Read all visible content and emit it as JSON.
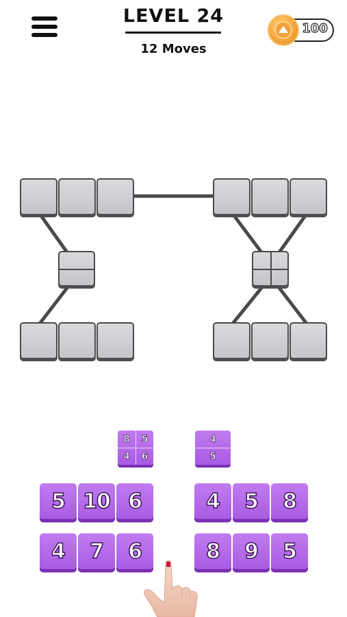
{
  "header": {
    "level_title": "LEVEL 24",
    "moves_label": "12 Moves",
    "coins": "100",
    "menu_icon": "hamburger-menu-icon",
    "coin_icon": "coin-icon"
  },
  "board": {
    "left_group": {
      "center_node": "split-2-horizontal"
    },
    "right_group": {
      "center_node": "split-4-quad"
    }
  },
  "pieces": {
    "mini_left": {
      "cells": [
        "8",
        "5",
        "4",
        "6"
      ]
    },
    "mini_right": {
      "cells": [
        "4",
        "5"
      ]
    },
    "left_row1": [
      "5",
      "10",
      "6"
    ],
    "left_row2": [
      "4",
      "7",
      "6"
    ],
    "right_row1": [
      "4",
      "5",
      "8"
    ],
    "right_row2": [
      "8",
      "9",
      "5"
    ]
  },
  "colors": {
    "tile": "#a95be2",
    "tile_shadow": "#7a2fb4",
    "slot": "#cfd1d5",
    "connector": "#4a4a4a"
  },
  "tutorial": {
    "hand_icon": "pointing-hand-icon"
  }
}
